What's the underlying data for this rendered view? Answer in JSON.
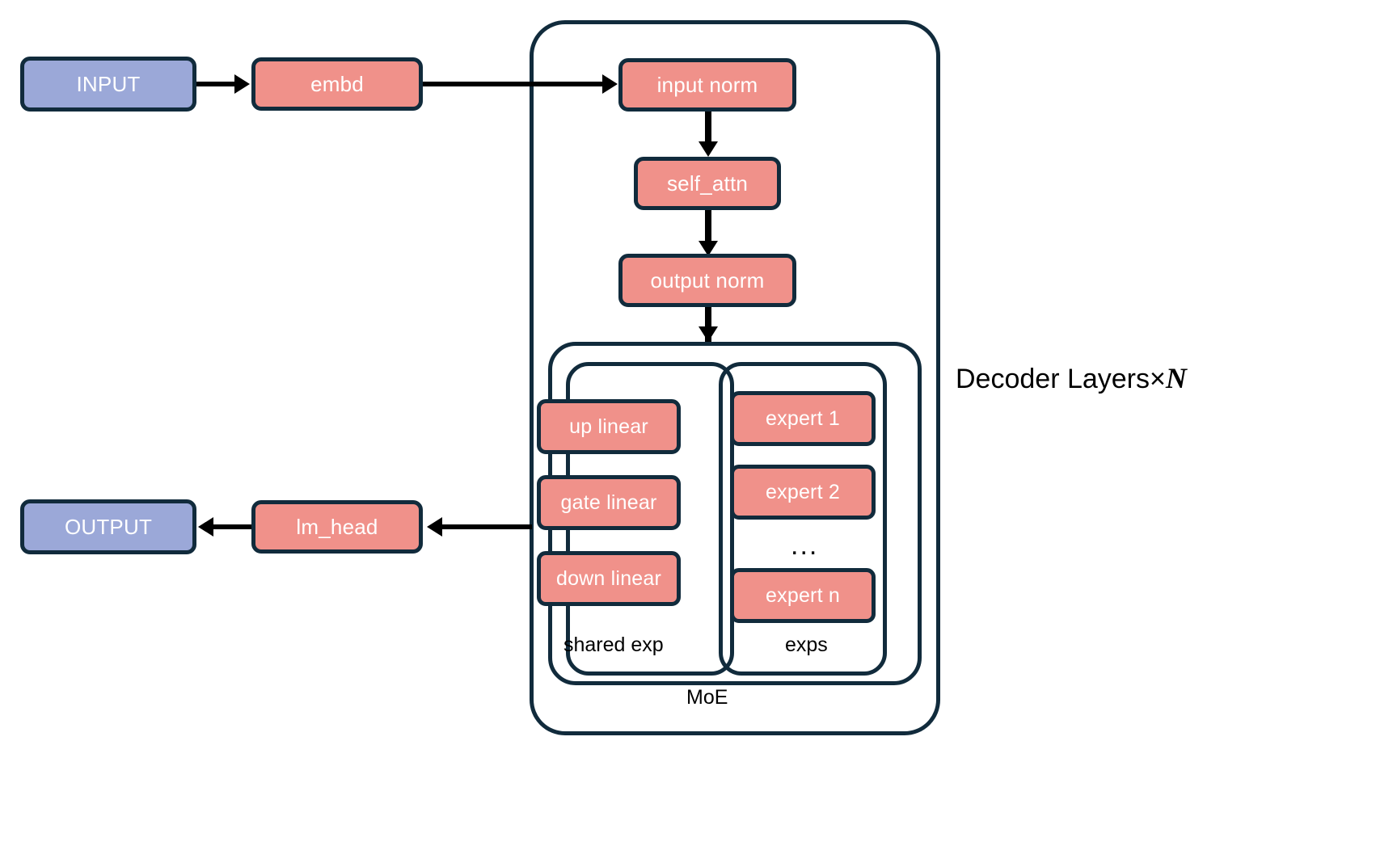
{
  "diagram": {
    "title": "MoE Transformer Decoder Architecture",
    "colors": {
      "io_box": "#9BA8D8",
      "op_box": "#F0918A",
      "stroke": "#112B3C",
      "connector": "#000000",
      "background": "#ffffff",
      "text_on_box": "#ffffff",
      "text_plain": "#000000"
    },
    "nodes": {
      "input": "INPUT",
      "embd": "embd",
      "input_norm": "input norm",
      "self_attn": "self_attn",
      "output_norm": "output norm",
      "up_linear": "up linear",
      "gate_linear": "gate linear",
      "down_linear": "down linear",
      "expert_1": "expert 1",
      "expert_2": "expert 2",
      "expert_ellipsis": "...",
      "expert_n": "expert n",
      "lm_head": "lm_head",
      "output": "OUTPUT"
    },
    "captions": {
      "shared_exp": "shared exp",
      "exps": "exps",
      "moe": "MoE"
    },
    "side_title": {
      "prefix": "Decoder Layers×",
      "variable": "N"
    }
  }
}
